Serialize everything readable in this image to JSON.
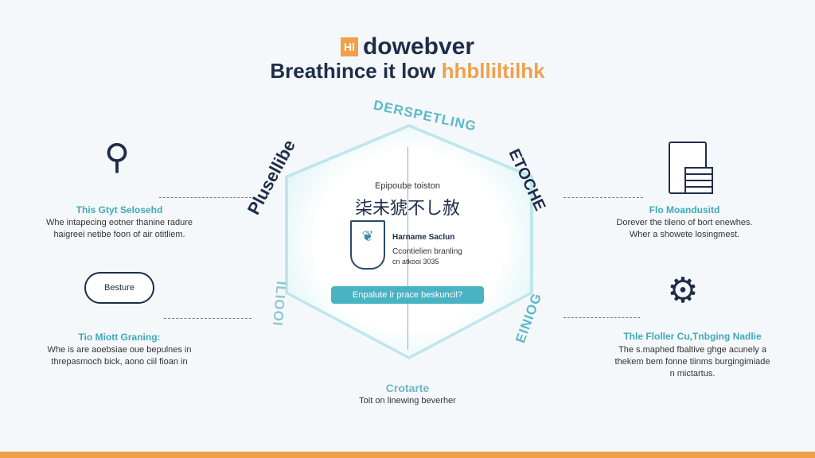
{
  "header": {
    "logo_text": "Hl",
    "title": "dowebver",
    "subtitle_main": "Breathince it low",
    "subtitle_accent": "hhblliltilhk"
  },
  "hexagon": {
    "arc_top": "DERSPETLING",
    "arc_left": "Plusellibe",
    "arc_right": "ETOCHE",
    "arc_bottom_right": "EINIOG",
    "arc_bottom_left": "ILIOOI",
    "kicker": "Epipoube toiston",
    "cjk_title": "柒未猇不し赦",
    "card_title": "Harname Saclun",
    "card_line1": "Ccontielien branling",
    "card_line2": "cn atkooi 3035",
    "button": "Enpalute ir prace beskuncil?"
  },
  "left": [
    {
      "icon_label": "",
      "title": "This Gtyt Selosehd",
      "desc": [
        "Whe intapecing eotner thanine radure",
        "haigreei netibe foon of air otitliem."
      ]
    },
    {
      "icon_label": "Besture",
      "title": "Tio Miott Graning:",
      "desc": [
        "Whe is are aoebsiae oue bepulnes in",
        "threpasmoch bick, aono ciil fioan in"
      ]
    }
  ],
  "right": [
    {
      "title": "Flo Moandusitd",
      "desc": [
        "Dorever the tileno of bort enewhes.",
        "Wher a showete losingmest."
      ]
    },
    {
      "title": "Thle Floller Cu,Tnbging Nadlie",
      "desc": [
        "The s.maphed fbaltive ghge acunely a",
        "thekem bem fonne tiinms burgingimiade",
        "n mictartus."
      ]
    }
  ],
  "bottom": {
    "title": "Crotarte",
    "desc": "Toit on linewing beverher"
  },
  "colors": {
    "accent": "#f0a04a",
    "teal": "#47b3c3",
    "navy": "#1f2d4a"
  }
}
